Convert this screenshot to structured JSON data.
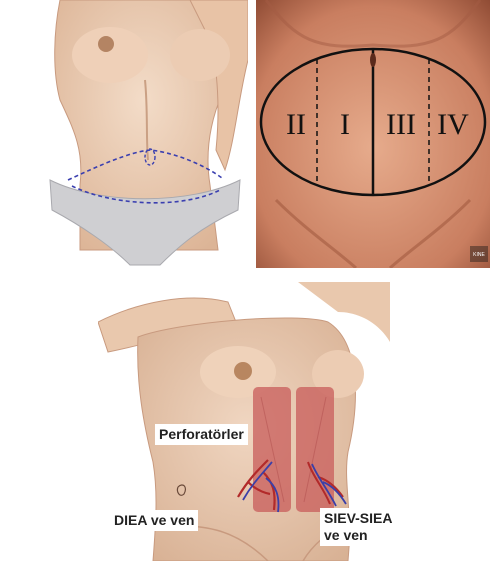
{
  "colors": {
    "skin": "#eac9ad",
    "skin_shadow": "#c89a7f",
    "abdomen_skin": "#d89878",
    "abdomen_dark": "#a85a40",
    "underwear": "#cfcfd2",
    "dashed_line": "#3a3fb0",
    "muscle": "#c9605e",
    "vessel_red": "#b22a2a",
    "vessel_blue": "#3b3fa8",
    "outline": "#111111"
  },
  "panel_b": {
    "zones": [
      "II",
      "I",
      "III",
      "IV"
    ],
    "watermark": "KINE"
  },
  "panel_c": {
    "labels": {
      "perforators": "Perforatörler",
      "diea": "DIEA ve ven",
      "siev_siea": "SIEV-SIEA\nve ven"
    }
  }
}
